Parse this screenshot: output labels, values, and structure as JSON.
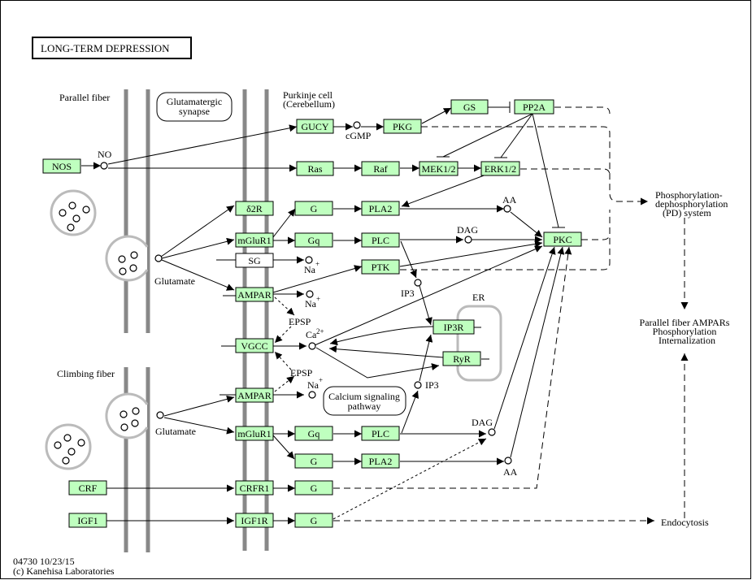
{
  "title": "LONG-TERM DEPRESSION",
  "footer": {
    "id_date": "04730 10/23/15",
    "copyright": "(c) Kanehisa Laboratories"
  },
  "colors": {
    "gene_fill": "#bfffbf",
    "membrane": "#888888",
    "vesicle": "#bbbbbb"
  },
  "labels": {
    "parallel_fiber": "Parallel fiber",
    "climbing_fiber": "Climbing fiber",
    "purkinje_1": "Purkinje cell",
    "purkinje_2": "(Cerebellum)",
    "glu_syn_1": "Glutamatergic",
    "glu_syn_2": "synapse",
    "ca_sig_1": "Calcium signaling",
    "ca_sig_2": "pathway",
    "pd_1": "Phosphorylation-",
    "pd_2": "dephosphorylation",
    "pd_3": "(PD) system",
    "pf_1": "Parallel fiber AMPARs",
    "pf_2": "Phosphorylation",
    "pf_3": "Internalization",
    "endocytosis": "Endocytosis",
    "er": "ER"
  },
  "compounds": {
    "no": "NO",
    "cgmp": "cGMP",
    "glutamate1": "Glutamate",
    "glutamate2": "Glutamate",
    "na1": "Na",
    "na2": "Na",
    "na3": "Na",
    "plus": "+",
    "aa1": "AA",
    "aa2": "AA",
    "dag1": "DAG",
    "dag2": "DAG",
    "ip3_1": "IP3",
    "ip3_2": "IP3",
    "ca": "Ca",
    "ca_sup": "2+",
    "epsp1": "EPSP",
    "epsp2": "EPSP"
  },
  "genes": {
    "nos": "NOS",
    "gucy": "GUCY",
    "pkg": "PKG",
    "gs": "GS",
    "pp2a": "PP2A",
    "ras": "Ras",
    "raf": "Raf",
    "mek": "MEK1/2",
    "erk": "ERK1/2",
    "d2r": "δ2R",
    "g1": "G",
    "pla2_1": "PLA2",
    "mglur1_1": "mGluR1",
    "gq1": "Gq",
    "plc1": "PLC",
    "sg": "SG",
    "ptk": "PTK",
    "ampar1": "AMPAR",
    "pkc": "PKC",
    "vgcc": "VGCC",
    "ip3r": "IP3R",
    "ryr": "RyR",
    "ampar2": "AMPAR",
    "mglur1_2": "mGluR1",
    "gq2": "Gq",
    "plc2": "PLC",
    "g2": "G",
    "pla2_2": "PLA2",
    "crf": "CRF",
    "crfr1": "CRFR1",
    "g3": "G",
    "igf1": "IGF1",
    "igf1r": "IGF1R",
    "g4": "G"
  }
}
